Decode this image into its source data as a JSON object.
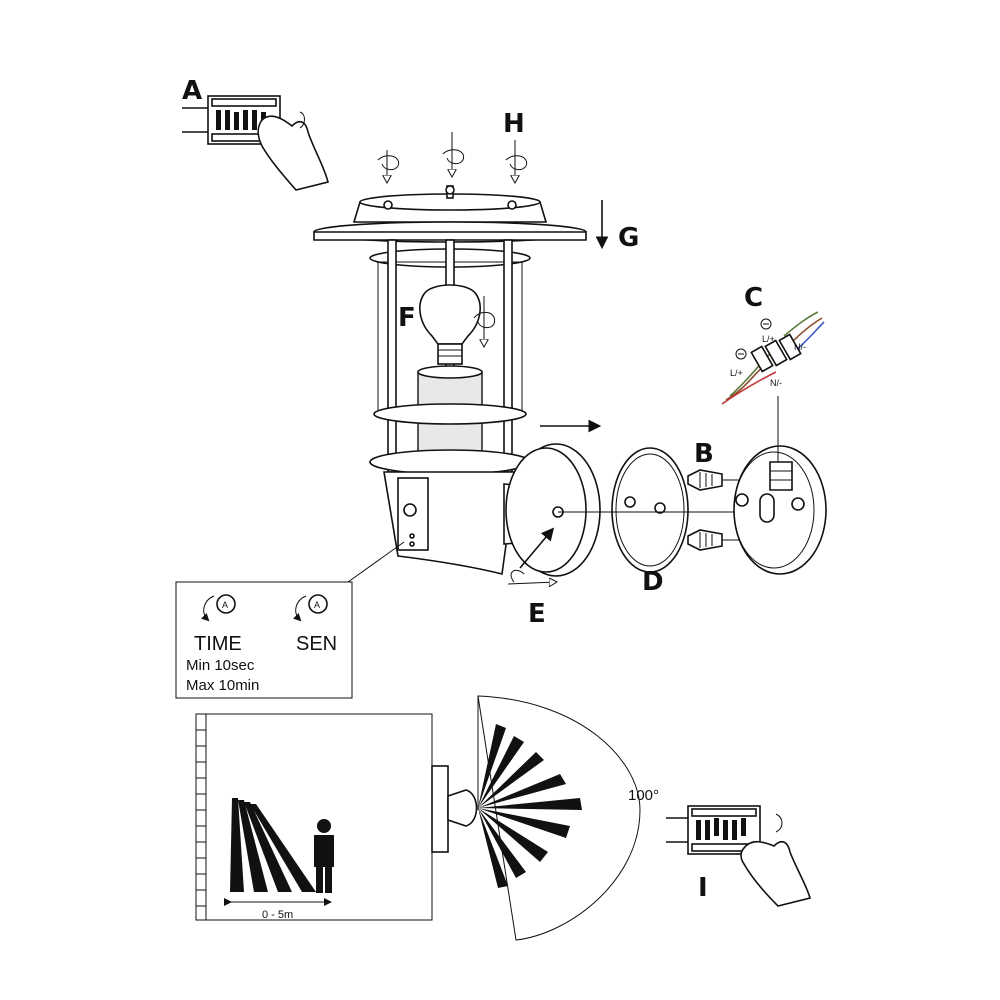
{
  "steps": {
    "a": "A",
    "b": "B",
    "c": "C",
    "d": "D",
    "e": "E",
    "f": "F",
    "g": "G",
    "h": "H",
    "i": "I"
  },
  "wiring": {
    "earth": "⏚",
    "live": "L/+",
    "neutral": "N/-"
  },
  "controls": {
    "knob_symbol": "A",
    "time_label": "TIME",
    "sen_label": "SEN",
    "time_min": "Min  10sec",
    "time_max": "Max 10min"
  },
  "detection": {
    "range": "0 - 5m",
    "angle": "100°"
  }
}
